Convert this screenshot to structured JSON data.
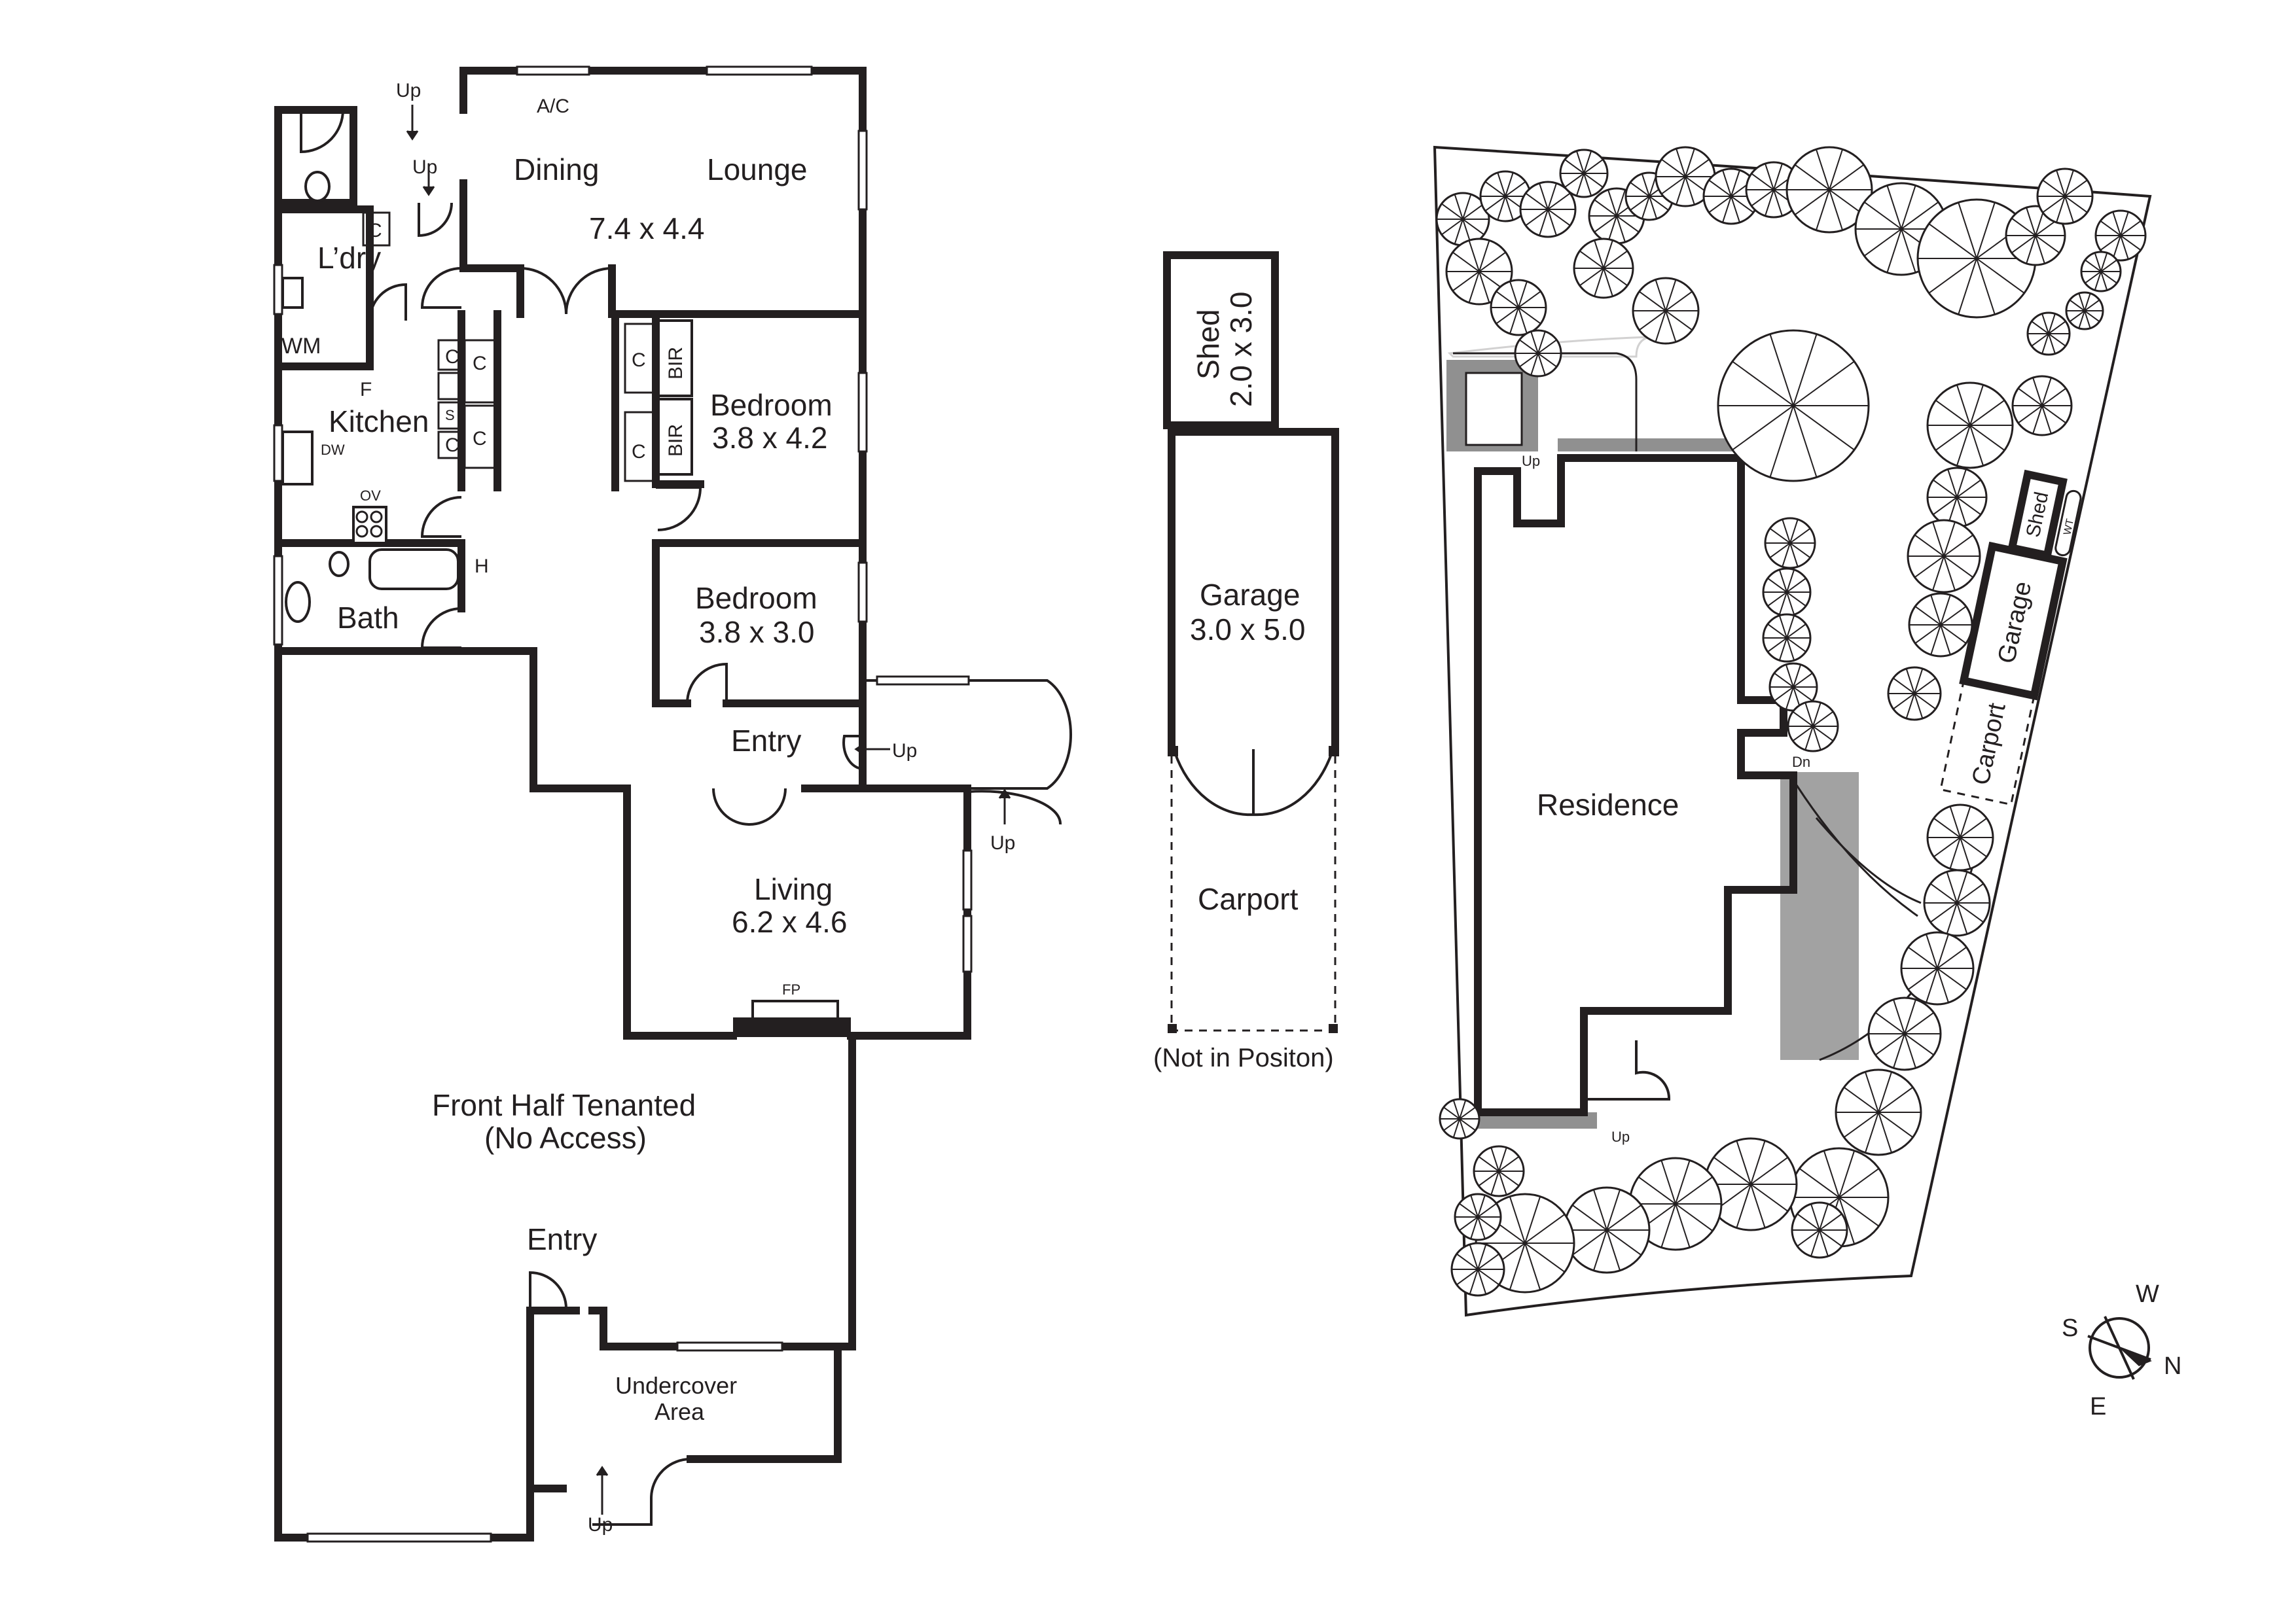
{
  "floor_plan": {
    "rooms": {
      "dining": "Dining",
      "lounge": "Lounge",
      "dining_lounge_dims": "7.4 x 4.4",
      "laundry": "L’dry",
      "wm": "WM",
      "kitchen": "Kitchen",
      "fridge": "F",
      "dw": "DW",
      "ov": "OV",
      "bath": "Bath",
      "heater": "H",
      "bedroom1": "Bedroom",
      "bedroom1_dims": "3.8 x 4.2",
      "bedroom2": "Bedroom",
      "bedroom2_dims": "3.8 x 3.0",
      "entry": "Entry",
      "living": "Living",
      "living_dims": "6.2 x 4.6",
      "fp": "FP",
      "ac": "A/C",
      "tenanted": "Front Half Tenanted",
      "no_access": "(No Access)",
      "front_entry": "Entry",
      "undercover": "Undercover",
      "area": "Area"
    },
    "cupboard": "C",
    "storage": "S",
    "bir": "BIR",
    "up": "Up"
  },
  "outbuildings": {
    "shed": "Shed",
    "shed_dims": "2.0 x 3.0",
    "garage": "Garage",
    "garage_dims": "3.0 x 5.0",
    "carport": "Carport",
    "note": "(Not in Positon)"
  },
  "site_plan": {
    "residence": "Residence",
    "shed": "Shed",
    "garage": "Garage",
    "carport": "Carport",
    "wt": "WT",
    "up": "Up",
    "dn": "Dn"
  },
  "compass": {
    "w": "W",
    "n": "N",
    "e": "E",
    "s": "S"
  }
}
